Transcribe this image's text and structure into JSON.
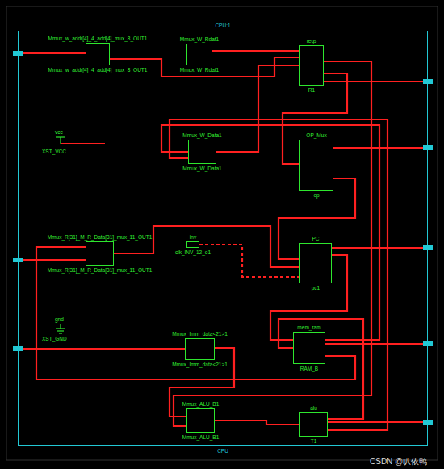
{
  "diagram": {
    "nodes": [
      {
        "text": [
          "CPU:1",
          "CPU"
        ]
      },
      {
        "text": [
          "Mmux_w_addr[4]_4_add[4]_mux_8_OUT1",
          "Mmux_w_addr[4]_4_add[4]_mux_8_OUT1"
        ],
        "in": 0
      },
      {
        "text": [
          "Mmux_W_Rdat1",
          "Mmux_W_Rdat1"
        ],
        "in": 0
      },
      {
        "text": [
          "regs",
          "R1"
        ],
        "in": 0
      },
      {
        "text": [
          "Mmux_W_Data1",
          "Mmux_W_Data1"
        ],
        "in": 0
      },
      {
        "text": [
          "OP_Mux",
          "op"
        ],
        "in": 0
      },
      {
        "text": [
          "Mmux_R[31]_M_R_Data[31]_mux_11_OUT1",
          "Mmux_R[31]_M_R_Data[31]_mux_11_OUT1"
        ],
        "in": 0
      },
      {
        "text": [
          "inv",
          "clk_INV_12_o1"
        ],
        "in": 0
      },
      {
        "text": [
          "PC",
          "pc1"
        ],
        "in": 0
      },
      {
        "text": [
          "Mmux_Imm_data<21>1",
          "Mmux_Imm_data<21>1"
        ],
        "in": 0
      },
      {
        "text": [
          "mem_ram",
          "RAM_B"
        ],
        "in": 0
      },
      {
        "text": [
          "Mmux_ALU_B1",
          "Mmux_ALU_B1"
        ],
        "in": 0
      },
      {
        "text": [
          "alu",
          "T1"
        ],
        "in": 0
      }
    ],
    "edges": [
      {
        "from": 1,
        "to": 3,
        "arrow": "none"
      },
      {
        "from": 2,
        "to": 3,
        "arrow": "none"
      },
      {
        "from": 3,
        "to": 5,
        "arrow": "none"
      },
      {
        "from": 4,
        "to": 3,
        "arrow": "none"
      },
      {
        "from": 5,
        "to": 8,
        "arrow": "none"
      },
      {
        "from": 6,
        "to": 8,
        "arrow": "none"
      },
      {
        "from": 7,
        "to": 8,
        "arrow": "none"
      },
      {
        "from": 8,
        "to": 10,
        "arrow": "none"
      },
      {
        "from": 10,
        "to": 6,
        "arrow": "none"
      },
      {
        "from": 9,
        "to": 11,
        "arrow": "none"
      },
      {
        "from": 11,
        "to": 12,
        "arrow": "none"
      },
      {
        "from": 12,
        "to": 10,
        "arrow": "none"
      },
      {
        "from": 3,
        "to": 11,
        "arrow": "none"
      },
      {
        "from": 12,
        "to": 4,
        "arrow": "none"
      },
      {
        "from": 10,
        "to": 4,
        "arrow": "none"
      },
      {
        "from": 0,
        "to": 1,
        "arrow": "none"
      },
      {
        "from": 0,
        "to": 6,
        "arrow": "none"
      },
      {
        "from": 0,
        "to": 9,
        "arrow": "none"
      },
      {
        "from": 3,
        "to": 0,
        "arrow": "none"
      },
      {
        "from": 5,
        "to": 0,
        "arrow": "none"
      },
      {
        "from": 8,
        "to": 0,
        "arrow": "none"
      },
      {
        "from": 10,
        "to": 0,
        "arrow": "none"
      },
      {
        "from": 12,
        "to": 0,
        "arrow": "none"
      }
    ],
    "labels": [
      "vcc",
      "XST_VCC",
      "gnd",
      "XST_GND",
      "CSDN @叭依鸭"
    ]
  }
}
